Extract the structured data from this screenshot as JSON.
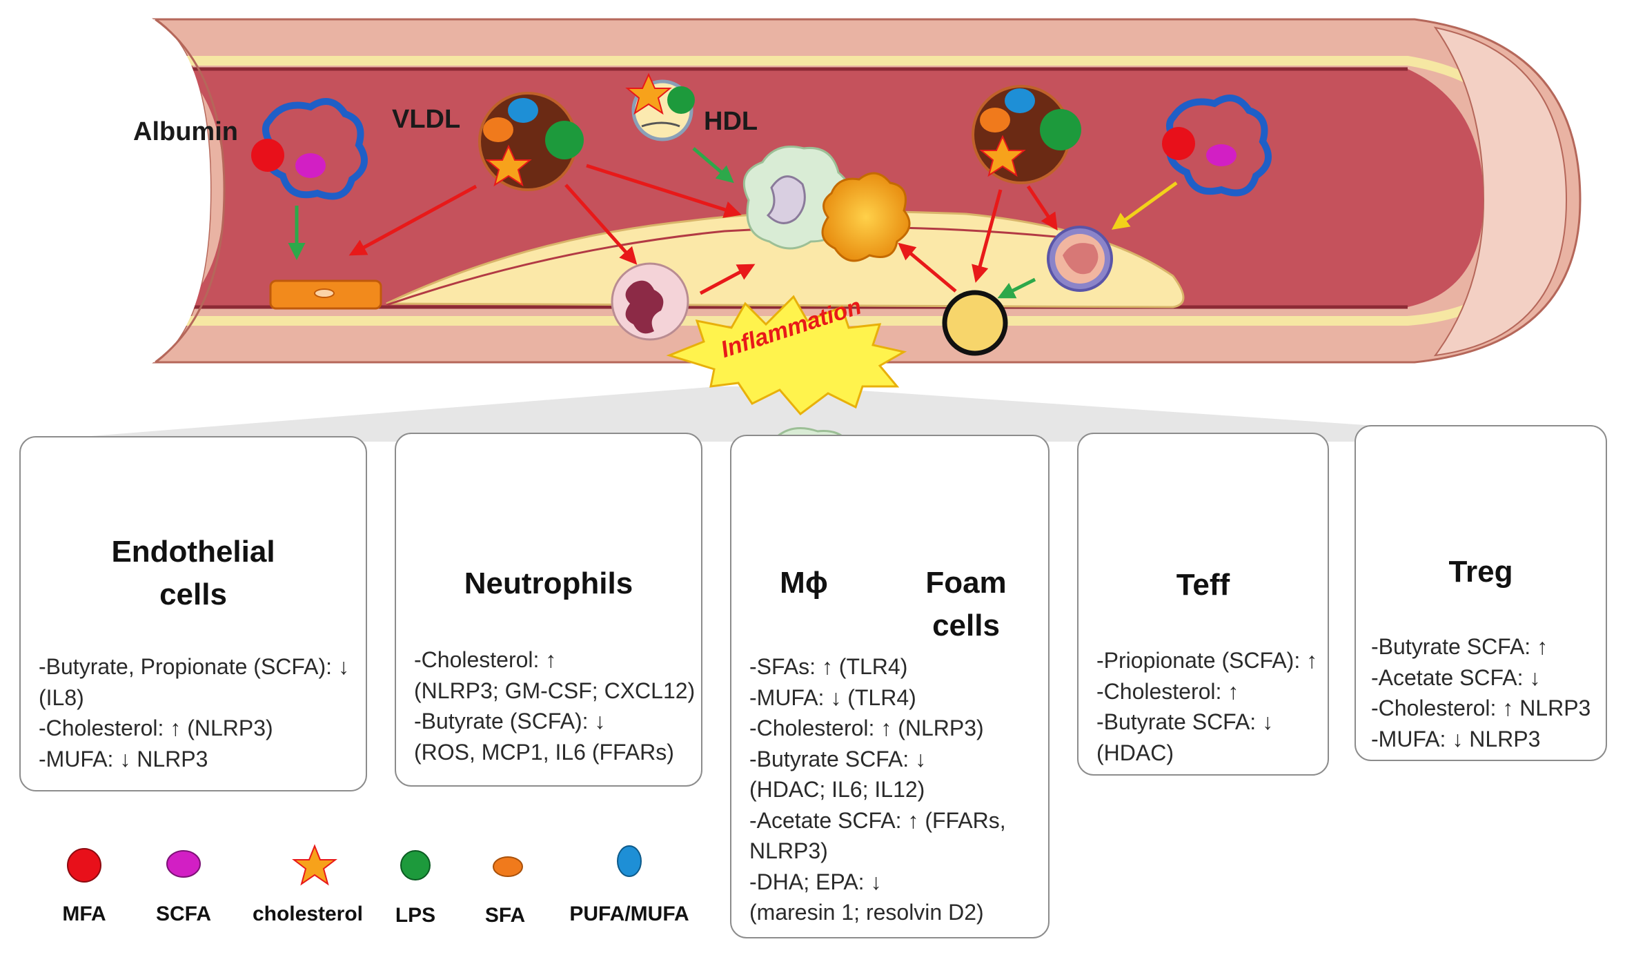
{
  "vessel_labels": {
    "albumin": "Albumin",
    "vldl": "VLDL",
    "hdl": "HDL",
    "inflammation": "Inflammation"
  },
  "panels": [
    {
      "id": "endothelial",
      "title_lines": [
        "Endothelial",
        "cells"
      ],
      "lines": [
        "-Butyrate, Propionate (SCFA): ↓",
        "(IL8)",
        "-Cholesterol: ↑ (NLRP3)",
        "-MUFA: ↓ NLRP3"
      ]
    },
    {
      "id": "neutrophils",
      "title_lines": [
        "Neutrophils"
      ],
      "lines": [
        "-Cholesterol: ↑",
        "(NLRP3; GM-CSF; CXCL12)",
        "-Butyrate (SCFA): ↓",
        "(ROS, MCP1, IL6 (FFARs)"
      ]
    },
    {
      "id": "macrophage-foam",
      "title_left": "Mϕ",
      "title_right_lines": [
        "Foam",
        "cells"
      ],
      "lines": [
        "-SFAs: ↑ (TLR4)",
        "-MUFA: ↓ (TLR4)",
        "-Cholesterol: ↑ (NLRP3)",
        "-Butyrate SCFA: ↓",
        "(HDAC; IL6; IL12)",
        "-Acetate SCFA: ↑ (FFARs,",
        "NLRP3)",
        "-DHA; EPA: ↓",
        "(maresin 1; resolvin D2)"
      ]
    },
    {
      "id": "teff",
      "title_lines": [
        "Teff"
      ],
      "lines": [
        "-Priopionate (SCFA): ↑",
        "-Cholesterol: ↑",
        "-Butyrate SCFA: ↓",
        "(HDAC)"
      ]
    },
    {
      "id": "treg",
      "title_lines": [
        "Treg"
      ],
      "lines": [
        "-Butyrate SCFA: ↑",
        "-Acetate SCFA: ↓",
        "-Cholesterol: ↑ NLRP3",
        "-MUFA: ↓ NLRP3"
      ]
    }
  ],
  "legend": [
    {
      "label": "MFA",
      "shape": "red-circle",
      "color": "#e8101a"
    },
    {
      "label": "SCFA",
      "shape": "magenta-ellipse",
      "color": "#d21fc4"
    },
    {
      "label": "cholesterol",
      "shape": "star",
      "color": "#f7a21b"
    },
    {
      "label": "LPS",
      "shape": "green-circle",
      "color": "#1d9a3c"
    },
    {
      "label": "SFA",
      "shape": "orange-ellipse",
      "color": "#f07a1c"
    },
    {
      "label": "PUFA/MUFA",
      "shape": "blue-ellipse",
      "color": "#1e8fd6"
    }
  ],
  "colors": {
    "vessel_wall": "#e9b3a3",
    "vessel_lumen": "#c5525c",
    "plaque": "#fbe8a8",
    "activation_arrow": "#e81919",
    "protective_arrow": "#2da84a",
    "treg_arrow": "#f2d21a"
  }
}
